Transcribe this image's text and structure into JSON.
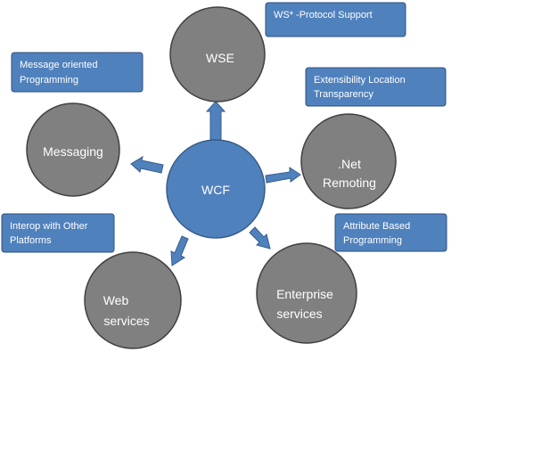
{
  "colors": {
    "center_fill": "#4f81bd",
    "node_fill": "#808080",
    "node_stroke": "#404040",
    "note_fill": "#4f81bd",
    "note_stroke": "#2f4f7a",
    "arrow_fill": "#4f81bd",
    "arrow_stroke": "#385d8a"
  },
  "center": {
    "label": "WCF"
  },
  "nodes": {
    "wse": {
      "lines": [
        "WSE"
      ]
    },
    "messaging": {
      "lines": [
        "Messaging"
      ]
    },
    "net_remoting": {
      "lines": [
        ".Net",
        "Remoting"
      ]
    },
    "enterprise_services": {
      "lines": [
        "Enterprise",
        "services"
      ]
    },
    "web_services": {
      "lines": [
        "Web",
        "services"
      ]
    }
  },
  "notes": {
    "ws_protocol": {
      "lines": [
        "WS* -Protocol Support"
      ]
    },
    "message_oriented": {
      "lines": [
        "Message oriented",
        "Programming"
      ]
    },
    "extensibility": {
      "lines": [
        "Extensibility Location",
        "Transparency"
      ]
    },
    "interop": {
      "lines": [
        "Interop with Other",
        "Platforms"
      ]
    },
    "attribute_based": {
      "lines": [
        "Attribute Based",
        "Programming"
      ]
    }
  }
}
